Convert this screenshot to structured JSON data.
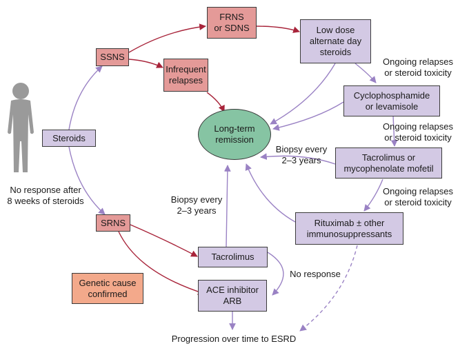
{
  "nodes": {
    "steroids": "Steroids",
    "ssns": "SSNS",
    "srns": "SRNS",
    "frns": "FRNS\nor SDNS",
    "infrequent": "Infrequent\nrelapses",
    "low_dose": "Low dose\nalternate day\nsteroids",
    "cyclophosphamide": "Cyclophosphamide\nor levamisole",
    "tacrolimus_mmf": "Tacrolimus or\nmycophenolate mofetil",
    "rituximab": "Rituximab ± other\nimmunosuppressants",
    "tacrolimus": "Tacrolimus",
    "ace": "ACE inhibitor\nARB",
    "genetic": "Genetic cause\nconfirmed",
    "remission": "Long-term\nremission"
  },
  "labels": {
    "no_response_steroids": "No response after\n8 weeks of steroids",
    "ongoing_1": "Ongoing relapses\nor steroid toxicity",
    "ongoing_2": "Ongoing relapses\nor steroid toxicity",
    "ongoing_3": "Ongoing relapses\nor steroid toxicity",
    "biopsy_right": "Biopsy every\n2–3 years",
    "biopsy_left": "Biopsy every\n2–3 years",
    "no_response": "No response",
    "esrd": "Progression over time to ESRD"
  },
  "colors": {
    "red_box": "#e49a98",
    "purple_box": "#d3c9e4",
    "genetic_box": "#f3a98b",
    "remission": "#86c4a3",
    "red_arrow": "#a8243a",
    "purple_arrow": "#9a82c4",
    "child_figure": "#9a9a9a"
  }
}
